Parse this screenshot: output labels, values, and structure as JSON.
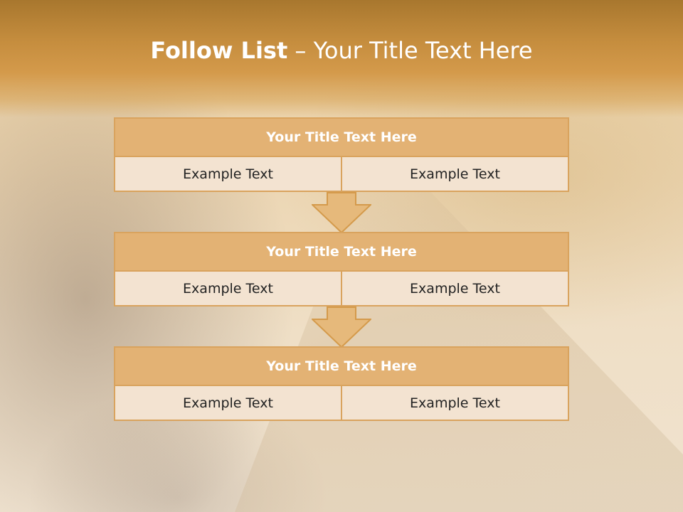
{
  "slide": {
    "title_bold": "Follow List",
    "title_rest": " – Your Title Text Here"
  },
  "steps": [
    {
      "title": "Your Title Text Here",
      "left": "Example Text",
      "right": "Example Text"
    },
    {
      "title": "Your Title Text Here",
      "left": "Example Text",
      "right": "Example Text"
    },
    {
      "title": "Your Title Text Here",
      "left": "Example Text",
      "right": "Example Text"
    }
  ],
  "colors": {
    "header_band": "#c58d3e",
    "box_header": "#e3b274",
    "box_cell": "#f3e3d1",
    "border": "#d9a35e",
    "arrow_fill": "#e6b97b"
  }
}
